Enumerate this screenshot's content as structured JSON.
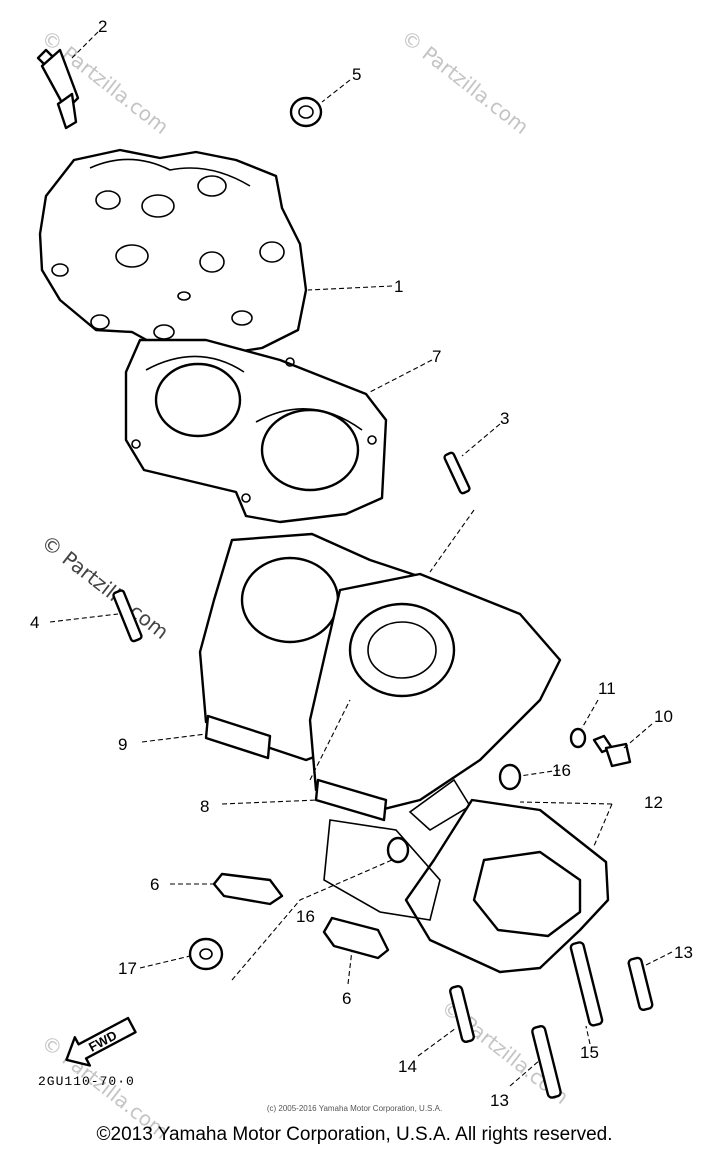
{
  "watermarks": [
    "© Partzilla.com",
    "© Partzilla.com",
    "© Partzilla.com",
    "© Partzilla.com",
    "© Partzilla.com"
  ],
  "callouts": {
    "c1": "1",
    "c2": "2",
    "c3": "3",
    "c4": "4",
    "c5": "5",
    "c6a": "6",
    "c6b": "6",
    "c7": "7",
    "c8": "8",
    "c9": "9",
    "c10": "10",
    "c11": "11",
    "c12": "12",
    "c13a": "13",
    "c13b": "13",
    "c14": "14",
    "c15": "15",
    "c16a": "16",
    "c16b": "16",
    "c17": "17"
  },
  "fwd_label": "FWD",
  "diagram_ref": "2GU110-70·0",
  "small_copyright": "(c) 2005-2016 Yamaha Motor Corporation, U.S.A.",
  "footer": "©2013 Yamaha Motor Corporation, U.S.A. All rights reserved."
}
